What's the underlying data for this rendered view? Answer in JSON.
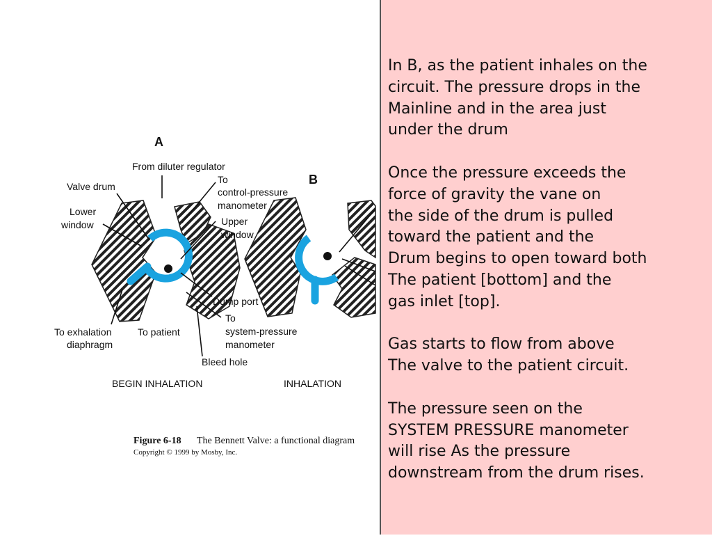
{
  "diagram": {
    "panel_a": {
      "letter": "A",
      "from_diluter": "From diluter regulator",
      "to_control": "To",
      "control_pressure": "control-pressure",
      "manometer": "manometer",
      "valve_drum": "Valve drum",
      "lower": "Lower",
      "window": "window",
      "upper": "Upper",
      "upper_window": "window",
      "dump_port": "Dump port",
      "to_system": "To",
      "system_pressure": "system-pressure",
      "system_manometer": "manometer",
      "to_exhalation": "To exhalation",
      "diaphragm": "diaphragm",
      "to_patient": "To patient",
      "bleed_hole": "Bleed hole",
      "caption": "BEGIN INHALATION"
    },
    "panel_b": {
      "letter": "B",
      "caption": "INHALATION"
    },
    "figure_caption": {
      "number": "Figure 6-18",
      "title": "The Bennett Valve: a functional diagram",
      "copyright": "Copyright © 1999 by Mosby, Inc."
    },
    "colors": {
      "drum": "#1aa3e0",
      "hatch": "#222222",
      "text_panel": "#ffcfcf"
    }
  },
  "notes": [
    "In B, as the patient inhales on the\n circuit. The pressure drops in the\nMainline and in the area just\nunder the drum",
    "Once the pressure exceeds the\nforce of gravity the vane on\nthe side of the drum is pulled\ntoward the patient and the\nDrum begins to open toward both\nThe patient [bottom] and the\ngas inlet [top].",
    "Gas starts to flow from above\nThe valve to the patient circuit.",
    "The pressure seen on the\nSYSTEM PRESSURE manometer\nwill rise As the pressure\ndownstream from the drum rises."
  ]
}
